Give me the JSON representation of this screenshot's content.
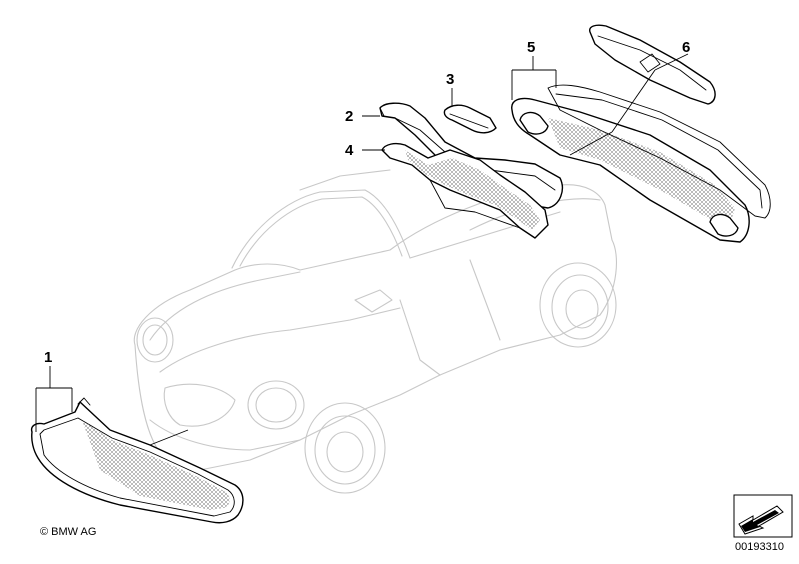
{
  "callouts": [
    {
      "number": "1"
    },
    {
      "number": "2"
    },
    {
      "number": "3"
    },
    {
      "number": "4"
    },
    {
      "number": "5"
    },
    {
      "number": "6"
    }
  ],
  "copyright": "© BMW AG",
  "document_number": "00193310",
  "icons": {
    "navigation": "arrow-box-icon"
  }
}
